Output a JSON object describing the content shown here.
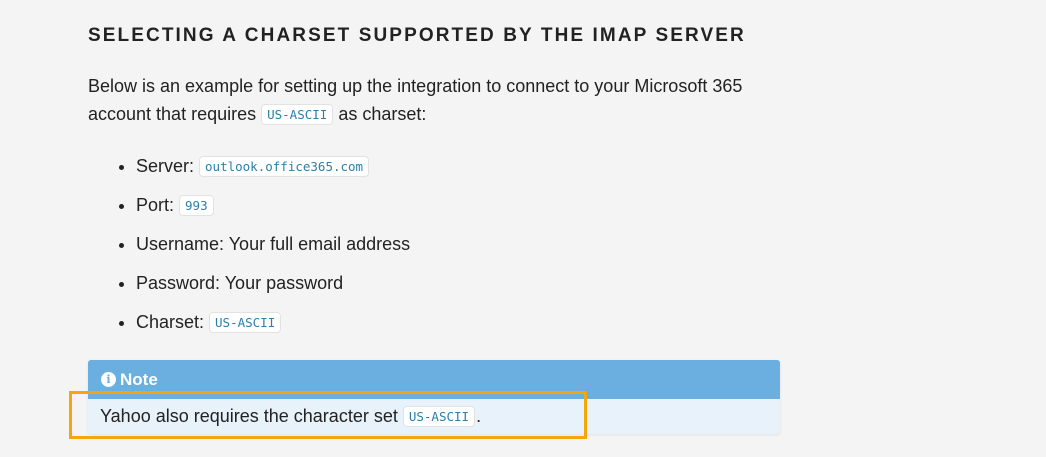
{
  "section": {
    "title": "SELECTING A CHARSET SUPPORTED BY THE IMAP SERVER",
    "intro_before": "Below is an example for setting up the integration to connect to your Microsoft 365 account that requires ",
    "intro_code": "US-ASCII",
    "intro_after": " as charset:"
  },
  "settings": [
    {
      "label": "Server: ",
      "code": "outlook.office365.com"
    },
    {
      "label": "Port: ",
      "code": "993"
    },
    {
      "label": "Username: Your full email address"
    },
    {
      "label": "Password: Your password"
    },
    {
      "label": "Charset: ",
      "code": "US-ASCII"
    }
  ],
  "note": {
    "icon": "info-icon",
    "icon_glyph": "i",
    "title": "Note",
    "text_before": "Yahoo also requires the character set ",
    "code": "US-ASCII",
    "text_after": "."
  },
  "colors": {
    "note_header": "#6aafe0",
    "note_body": "#e8f2fb",
    "highlight": "#f5a70a",
    "code_text": "#2b7fa8"
  }
}
